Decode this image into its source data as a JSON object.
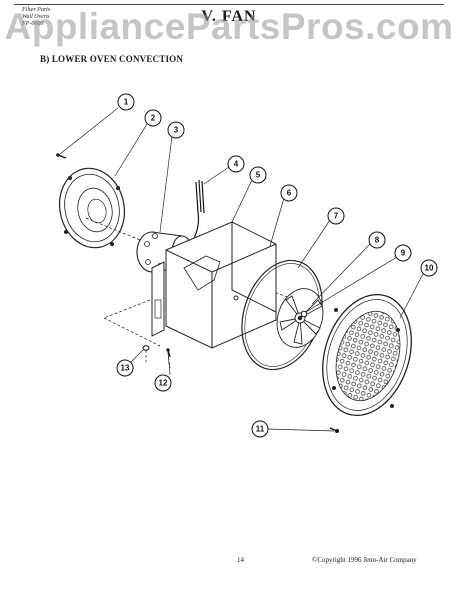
{
  "header": {
    "lines": [
      "Filter Parts",
      "Wall Ovens",
      "FP-0000"
    ],
    "section_title": "V. FAN"
  },
  "watermark": "AppliancePartsPros.com",
  "subsection_title": "B) LOWER OVEN CONVECTION",
  "callouts": [
    {
      "number": "1"
    },
    {
      "number": "2"
    },
    {
      "number": "3"
    },
    {
      "number": "4"
    },
    {
      "number": "5"
    },
    {
      "number": "6"
    },
    {
      "number": "7"
    },
    {
      "number": "8"
    },
    {
      "number": "9"
    },
    {
      "number": "10"
    },
    {
      "number": "11"
    },
    {
      "number": "12"
    },
    {
      "number": "13"
    }
  ],
  "footer": {
    "page_number": "14",
    "copyright": "©Copyright 1996 Jenn-Air Company"
  }
}
